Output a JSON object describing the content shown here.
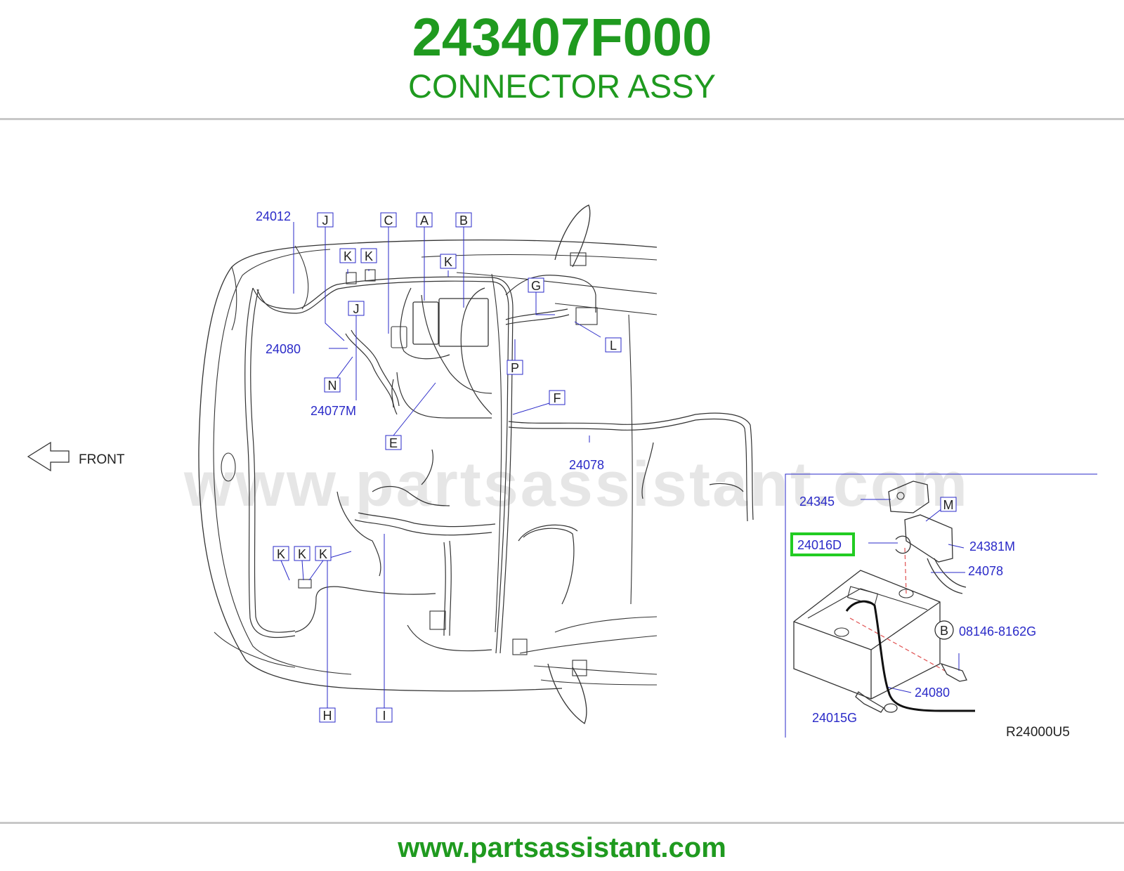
{
  "header": {
    "part_number": "243407F000",
    "part_name": "CONNECTOR ASSY"
  },
  "watermark": "www.partsassistant.com",
  "footer": {
    "url": "www.partsassistant.com"
  },
  "diagram": {
    "front_label": "FRONT",
    "diagram_code": "R24000U5",
    "highlighted_part": "24016D",
    "part_labels": [
      "24012",
      "24080",
      "24077M",
      "24078",
      "24345",
      "24016D",
      "24381M",
      "24078",
      "08146-8162G",
      "24080",
      "24015G"
    ],
    "reference_letters": [
      "J",
      "C",
      "A",
      "B",
      "K",
      "K",
      "K",
      "J",
      "G",
      "L",
      "P",
      "N",
      "F",
      "E",
      "K",
      "K",
      "K",
      "H",
      "I",
      "M",
      "B"
    ]
  },
  "colors": {
    "brand_green": "#1f9a1f",
    "label_blue": "#2a2ac8",
    "highlight_green": "#22cc22"
  }
}
